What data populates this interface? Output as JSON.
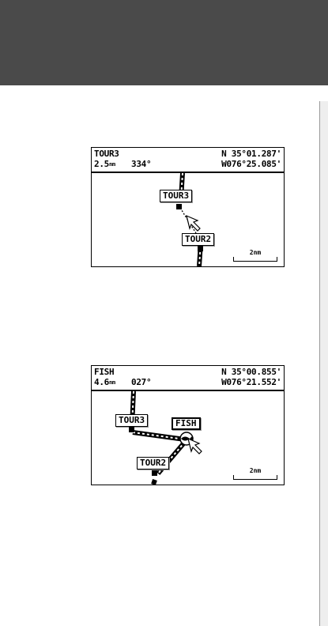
{
  "screens": [
    {
      "info": {
        "name": "TOUR3",
        "distance": "2.5",
        "distance_unit": "nm",
        "bearing": "334°",
        "latitude": "N 35°01.287'",
        "longitude": "W076°25.085'"
      },
      "waypoints": [
        "TOUR3",
        "TOUR2"
      ],
      "scale": "2nm"
    },
    {
      "info": {
        "name": "FISH",
        "distance": "4.6",
        "distance_unit": "nm",
        "bearing": "027°",
        "latitude": "N 35°00.855'",
        "longitude": "W076°21.552'"
      },
      "waypoints": [
        "TOUR3",
        "FISH",
        "TOUR2"
      ],
      "scale": "2nm"
    }
  ]
}
